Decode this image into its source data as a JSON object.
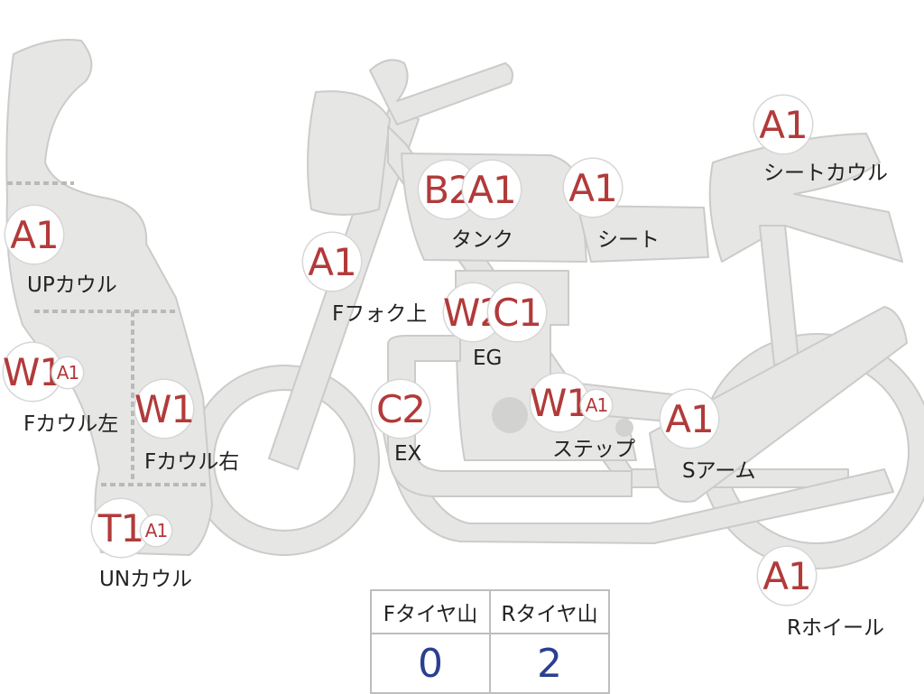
{
  "colors": {
    "body": "#e6e6e4",
    "outline": "#cbcbc9",
    "damage_text": "#b23a3a",
    "value_text": "#2a3f8f"
  },
  "parts": [
    {
      "id": "up-cowl",
      "label": "UPカウル",
      "codes": [
        "A1"
      ]
    },
    {
      "id": "f-cowl-left",
      "label": "Fカウル左",
      "codes": [
        "W1",
        "A1"
      ]
    },
    {
      "id": "f-cowl-right",
      "label": "Fカウル右",
      "codes": [
        "W1"
      ]
    },
    {
      "id": "un-cowl",
      "label": "UNカウル",
      "codes": [
        "T1",
        "A1"
      ]
    },
    {
      "id": "f-fork-upper",
      "label": "Fフォク上",
      "codes": [
        "A1"
      ]
    },
    {
      "id": "tank",
      "label": "タンク",
      "codes": [
        "B2",
        "A1"
      ]
    },
    {
      "id": "seat",
      "label": "シート",
      "codes": [
        "A1"
      ]
    },
    {
      "id": "seat-cowl",
      "label": "シートカウル",
      "codes": [
        "A1"
      ]
    },
    {
      "id": "engine",
      "label": "EG",
      "codes": [
        "W2",
        "C1"
      ]
    },
    {
      "id": "exhaust",
      "label": "EX",
      "codes": [
        "C2"
      ]
    },
    {
      "id": "step",
      "label": "ステップ",
      "codes": [
        "W1",
        "A1"
      ]
    },
    {
      "id": "swingarm",
      "label": "Sアーム",
      "codes": [
        "A1"
      ]
    },
    {
      "id": "r-wheel",
      "label": "Rホイール",
      "codes": [
        "A1"
      ]
    }
  ],
  "tire_tread": {
    "front_label": "Fタイヤ山",
    "front_value": "0",
    "rear_label": "Rタイヤ山",
    "rear_value": "2"
  }
}
